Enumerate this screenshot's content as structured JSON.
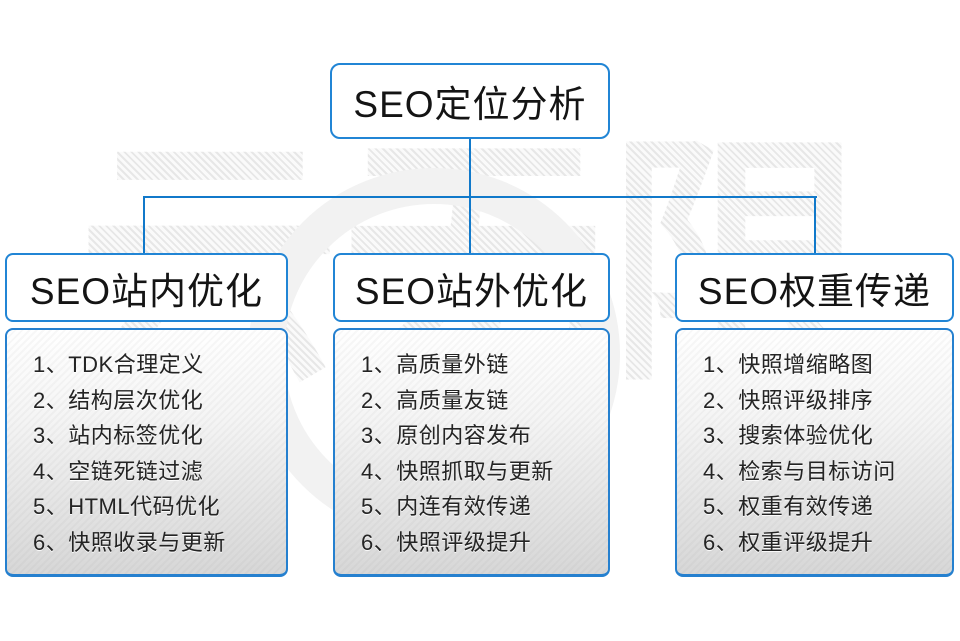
{
  "colors": {
    "accent_blue": "#1179ca",
    "box_border_blue": "#2185d5",
    "text_dark": "#141414",
    "panel_gradient_top": "#ffffff",
    "panel_gradient_bottom": "#d7d7d7",
    "watermark_gray": "#ececec"
  },
  "watermark": {
    "text": "云无限"
  },
  "root_box": {
    "label": "SEO定位分析"
  },
  "branches": [
    {
      "title": "SEO站内优化",
      "items": [
        "1、TDK合理定义",
        "2、结构层次优化",
        "3、站内标签优化",
        "4、空链死链过滤",
        "5、HTML代码优化",
        "6、快照收录与更新"
      ]
    },
    {
      "title": "SEO站外优化",
      "items": [
        "1、高质量外链",
        "2、高质量友链",
        "3、原创内容发布",
        "4、快照抓取与更新",
        "5、内连有效传递",
        "6、快照评级提升"
      ]
    },
    {
      "title": "SEO权重传递",
      "items": [
        "1、快照增缩略图",
        "2、快照评级排序",
        "3、搜索体验优化",
        "4、检索与目标访问",
        "5、权重有效传递",
        "6、权重评级提升"
      ]
    }
  ]
}
